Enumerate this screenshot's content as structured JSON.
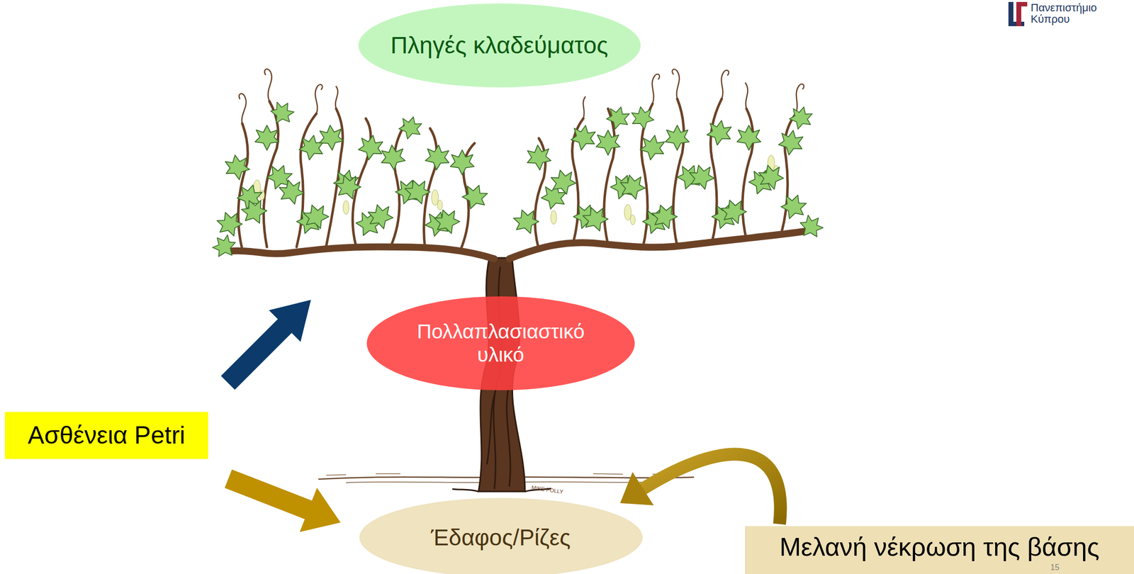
{
  "diagram": {
    "nodes": [
      {
        "text": [
          "Πληγές κλαδεύματος"
        ]
      },
      {
        "text": [
          "Πολλαπλασιαστικό υλικό"
        ]
      },
      {
        "text": [
          "Ασθένεια Petri"
        ]
      },
      {
        "text": [
          "Έδαφος/Ρίζες"
        ]
      },
      {
        "text": [
          "Μελανή νέκρωση της βάσης"
        ]
      }
    ],
    "edges": [
      {
        "from": 2,
        "to": 3,
        "arrow": "to"
      },
      {
        "from": 4,
        "to": 3,
        "arrow": "to"
      }
    ],
    "labels": [
      "Πανεπιστήμιο Κύπρου",
      "MIKE POLLY",
      "15"
    ]
  }
}
